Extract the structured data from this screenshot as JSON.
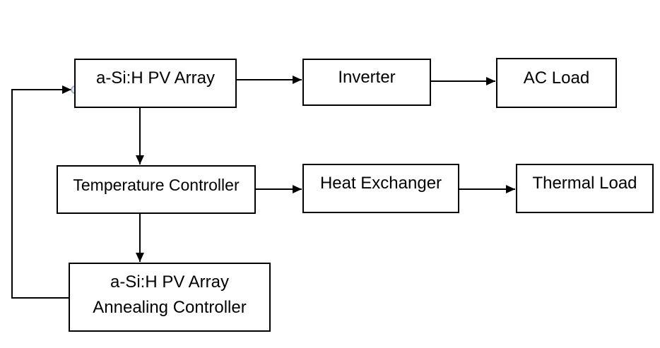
{
  "diagram": {
    "type": "block-diagram",
    "nodes": {
      "pv_array": {
        "label": "a-Si:H PV Array"
      },
      "inverter": {
        "label": "Inverter"
      },
      "ac_load": {
        "label": "AC Load"
      },
      "temperature_controller": {
        "label": "Temperature Controller"
      },
      "heat_exchanger": {
        "label": "Heat Exchanger"
      },
      "thermal_load": {
        "label": "Thermal Load"
      },
      "annealing_controller": {
        "label": "a-Si:H PV Array\nAnnealing Controller"
      }
    },
    "edges": [
      {
        "from": "a-Si:H PV Array",
        "to": "Inverter"
      },
      {
        "from": "Inverter",
        "to": "AC Load"
      },
      {
        "from": "a-Si:H PV Array",
        "to": "Temperature Controller"
      },
      {
        "from": "Temperature Controller",
        "to": "Heat Exchanger"
      },
      {
        "from": "Heat Exchanger",
        "to": "Thermal Load"
      },
      {
        "from": "Temperature Controller",
        "to": "a-Si:H PV Array Annealing Controller"
      },
      {
        "from": "a-Si:H PV Array Annealing Controller",
        "to": "a-Si:H PV Array"
      }
    ],
    "colors": {
      "background": "#ffffff",
      "box_border": "#000000",
      "text": "#000000",
      "connector_line": "#000000",
      "connection_dot_fill": "#dde9f3",
      "connection_dot_stroke": "#95a5b8"
    }
  }
}
